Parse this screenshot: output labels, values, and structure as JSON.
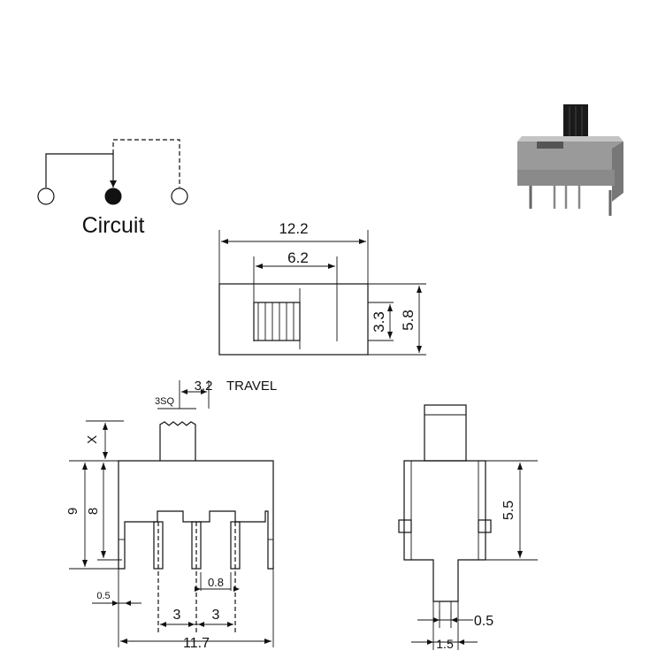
{
  "circuit": {
    "label": "Circuit"
  },
  "top_view": {
    "width_label": "12.2",
    "travel_span_label": "6.2",
    "knob_height_label": "3.3",
    "body_height_label": "5.8"
  },
  "front_view": {
    "travel_label": "3.2",
    "travel_word": "TRAVEL",
    "knob_size_label": "3SQ",
    "knob_height_label": "X",
    "total_height_label": "9",
    "body_height_label": "8",
    "pin_width_label": "0.8",
    "leg_width_label": "0.5",
    "pitch_left_label": "3",
    "pitch_right_label": "3",
    "overall_width_label": "11.7"
  },
  "side_view": {
    "height_label": "5.5",
    "pin_thickness_label": "0.5",
    "pin_width_label": "1.5"
  },
  "colors": {
    "ink": "#111111",
    "photo_body": "#9a9a9a",
    "photo_knob": "#1a1a1a"
  }
}
